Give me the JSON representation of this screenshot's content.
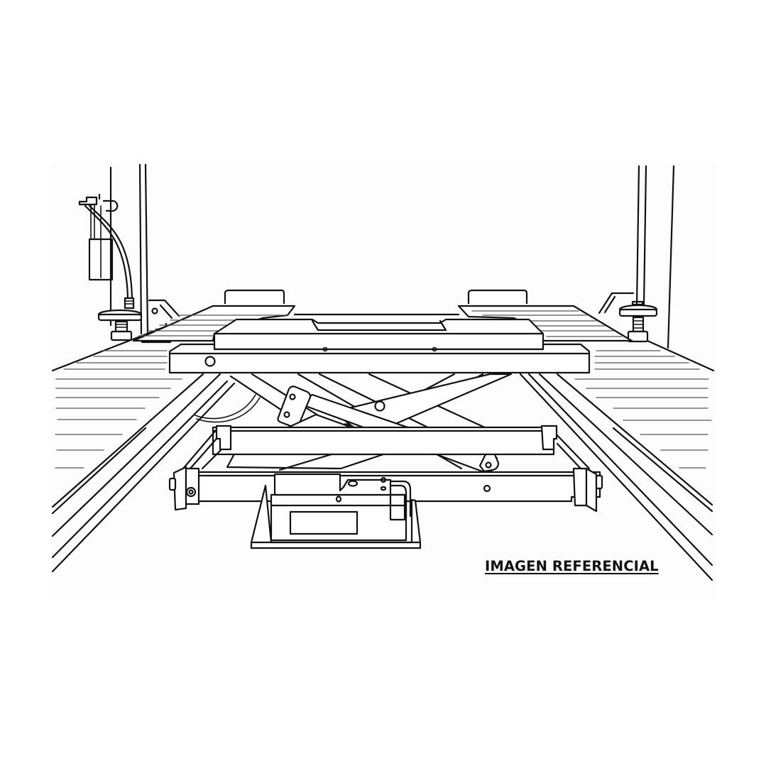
{
  "figure": {
    "subject": "scissor-lift",
    "caption": "IMAGEN REFERENCIAL",
    "style": "black line drawing on white",
    "colors": {
      "background": "#ffffff",
      "panel": "#fdfdfd",
      "line": "#111111",
      "hatch": "#555555"
    }
  },
  "parts": {
    "left_post": "column-left",
    "right_post": "column-right",
    "left_runway": "runway-left",
    "right_runway": "runway-right",
    "platform": "lift-platform",
    "scissor_arms": "scissor-mechanism",
    "base_frame": "base-frame",
    "power_unit": "hydraulic-power-unit"
  }
}
